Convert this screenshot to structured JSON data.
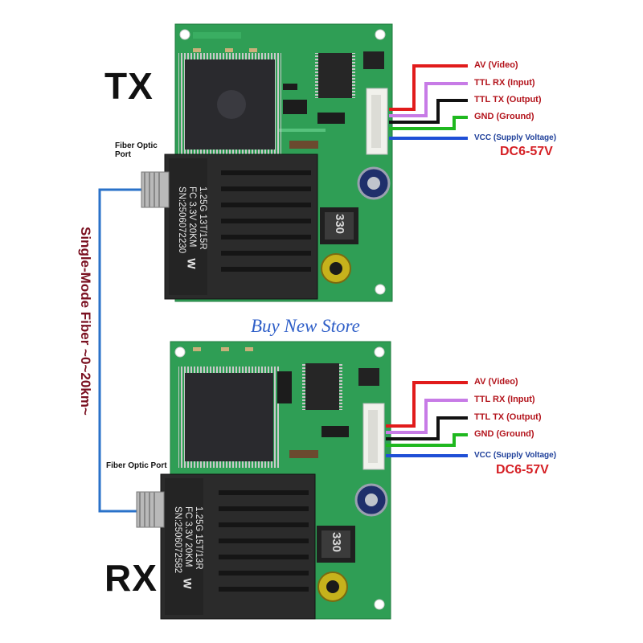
{
  "boards": {
    "tx": {
      "label": "TX",
      "fiber_port_label": "Fiber Optic Port",
      "module_lines": [
        "1.25G 13T/15R",
        "FC 3.3V 20KM",
        "SN:2506072230"
      ],
      "module_logo": "W",
      "inductor_marking": "330",
      "voltage": "DC6-57V"
    },
    "rx": {
      "label": "RX",
      "fiber_port_label": "Fiber Optic Port",
      "module_lines": [
        "1.25G 15T/13R",
        "FC 3.3V 20KM",
        "SN:2506072582"
      ],
      "module_logo": "W",
      "inductor_marking": "330",
      "voltage": "DC6-57V"
    }
  },
  "wires": [
    {
      "label": "AV (Video)",
      "color": "#e11b1b"
    },
    {
      "label": "TTL RX (Input)",
      "color": "#c77be6"
    },
    {
      "label": "TTL TX (Output)",
      "color": "#111111"
    },
    {
      "label": "GND (Ground)",
      "color": "#1fb81f"
    },
    {
      "label": "VCC (Supply Voltage)",
      "color": "#1f4fd6"
    }
  ],
  "fiber_link_label": "Single-Mode Fiber ~0~20km~",
  "fiber_color": "#2a72c9",
  "watermark": "Buy New Store",
  "pcb_color": "#2f9e55"
}
